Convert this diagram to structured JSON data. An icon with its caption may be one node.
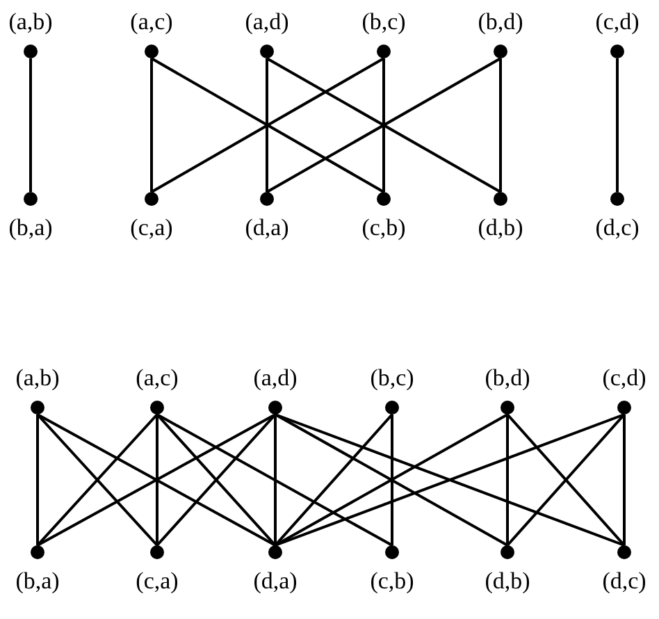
{
  "diagram": {
    "nodes": [
      {
        "text": [
          "(a,b)"
        ]
      },
      {
        "text": [
          "(a,c)"
        ]
      },
      {
        "text": [
          "(a,d)"
        ]
      },
      {
        "text": [
          "(b,c)"
        ]
      },
      {
        "text": [
          "(b,d)"
        ]
      },
      {
        "text": [
          "(c,d)"
        ]
      },
      {
        "text": [
          "(b,a)"
        ]
      },
      {
        "text": [
          "(c,a)"
        ]
      },
      {
        "text": [
          "(d,a)"
        ]
      },
      {
        "text": [
          "(c,b)"
        ]
      },
      {
        "text": [
          "(d,b)"
        ]
      },
      {
        "text": [
          "(d,c)"
        ]
      },
      {
        "text": [
          "(a,b)"
        ]
      },
      {
        "text": [
          "(a,c)"
        ]
      },
      {
        "text": [
          "(a,d)"
        ]
      },
      {
        "text": [
          "(b,c)"
        ]
      },
      {
        "text": [
          "(b,d)"
        ]
      },
      {
        "text": [
          "(c,d)"
        ]
      },
      {
        "text": [
          "(b,a)"
        ]
      },
      {
        "text": [
          "(c,a)"
        ]
      },
      {
        "text": [
          "(d,a)"
        ]
      },
      {
        "text": [
          "(c,b)"
        ]
      },
      {
        "text": [
          "(d,b)"
        ]
      },
      {
        "text": [
          "(d,c)"
        ]
      }
    ],
    "edges": [
      {
        "from": 0,
        "to": 6,
        "arrow": "none"
      },
      {
        "from": 1,
        "to": 7,
        "arrow": "none"
      },
      {
        "from": 1,
        "to": 9,
        "arrow": "none"
      },
      {
        "from": 2,
        "to": 8,
        "arrow": "none"
      },
      {
        "from": 2,
        "to": 10,
        "arrow": "none"
      },
      {
        "from": 3,
        "to": 9,
        "arrow": "none"
      },
      {
        "from": 3,
        "to": 7,
        "arrow": "none"
      },
      {
        "from": 4,
        "to": 10,
        "arrow": "none"
      },
      {
        "from": 4,
        "to": 8,
        "arrow": "none"
      },
      {
        "from": 5,
        "to": 11,
        "arrow": "none"
      },
      {
        "from": 12,
        "to": 18,
        "arrow": "none"
      },
      {
        "from": 12,
        "to": 19,
        "arrow": "none"
      },
      {
        "from": 12,
        "to": 20,
        "arrow": "none"
      },
      {
        "from": 13,
        "to": 18,
        "arrow": "none"
      },
      {
        "from": 13,
        "to": 19,
        "arrow": "none"
      },
      {
        "from": 13,
        "to": 20,
        "arrow": "none"
      },
      {
        "from": 13,
        "to": 21,
        "arrow": "none"
      },
      {
        "from": 14,
        "to": 18,
        "arrow": "none"
      },
      {
        "from": 14,
        "to": 19,
        "arrow": "none"
      },
      {
        "from": 14,
        "to": 20,
        "arrow": "none"
      },
      {
        "from": 14,
        "to": 22,
        "arrow": "none"
      },
      {
        "from": 14,
        "to": 23,
        "arrow": "none"
      },
      {
        "from": 15,
        "to": 20,
        "arrow": "none"
      },
      {
        "from": 15,
        "to": 21,
        "arrow": "none"
      },
      {
        "from": 16,
        "to": 20,
        "arrow": "none"
      },
      {
        "from": 16,
        "to": 22,
        "arrow": "none"
      },
      {
        "from": 16,
        "to": 23,
        "arrow": "none"
      },
      {
        "from": 17,
        "to": 20,
        "arrow": "none"
      },
      {
        "from": 17,
        "to": 22,
        "arrow": "none"
      },
      {
        "from": 17,
        "to": 23,
        "arrow": "none"
      }
    ]
  }
}
